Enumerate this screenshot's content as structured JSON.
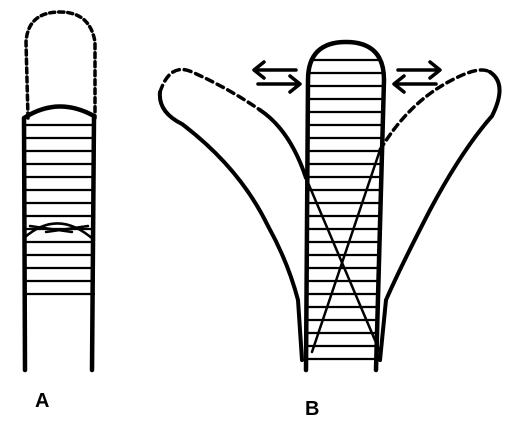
{
  "figure": {
    "panels": [
      {
        "label": "A",
        "parts": [
          "dashed-outline-finger",
          "striped-finger-segment",
          "crossed-lines"
        ]
      },
      {
        "label": "B",
        "parts": [
          "striped-center-finger",
          "dashed-left-curved-finger",
          "dashed-right-curved-finger",
          "left-double-arrow",
          "right-double-arrow",
          "crossed-lines"
        ]
      }
    ],
    "colors": {
      "ink": "#000000",
      "background": "#ffffff"
    }
  }
}
